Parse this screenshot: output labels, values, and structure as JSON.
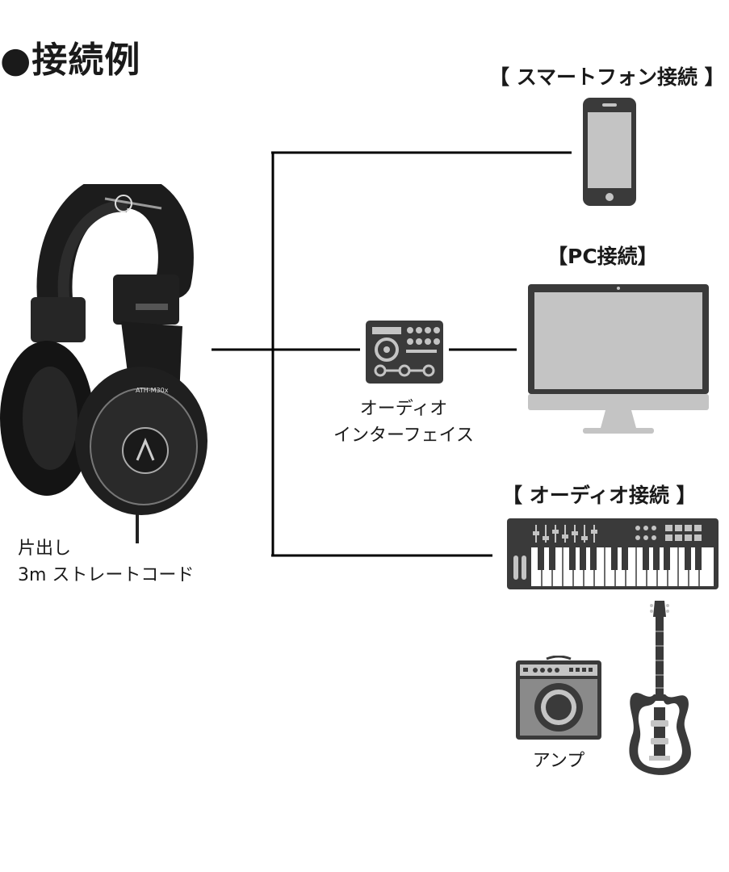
{
  "title": "●接続例",
  "labels": {
    "smartphone": "【 スマートフォン接続 】",
    "pc": "【PC接続】",
    "audio": "【 オーディオ接続 】"
  },
  "captions": {
    "interface_line1": "オーディオ",
    "interface_line2": "インターフェイス",
    "cable_line1": "片出し",
    "cable_line2": "3m ストレートコード",
    "amp": "アンプ"
  },
  "product_print": {
    "model": "ATH-M30x"
  },
  "icons": {
    "headphones": "headphones-photo",
    "smartphone": "smartphone-icon",
    "audio_interface": "audio-interface-icon",
    "monitor": "pc-monitor-icon",
    "keyboard": "midi-keyboard-icon",
    "amp": "amplifier-icon",
    "guitar": "electric-guitar-icon"
  },
  "colors": {
    "icon_dark": "#3a3a3a",
    "icon_light": "#c4c4c4",
    "line": "#000000"
  }
}
